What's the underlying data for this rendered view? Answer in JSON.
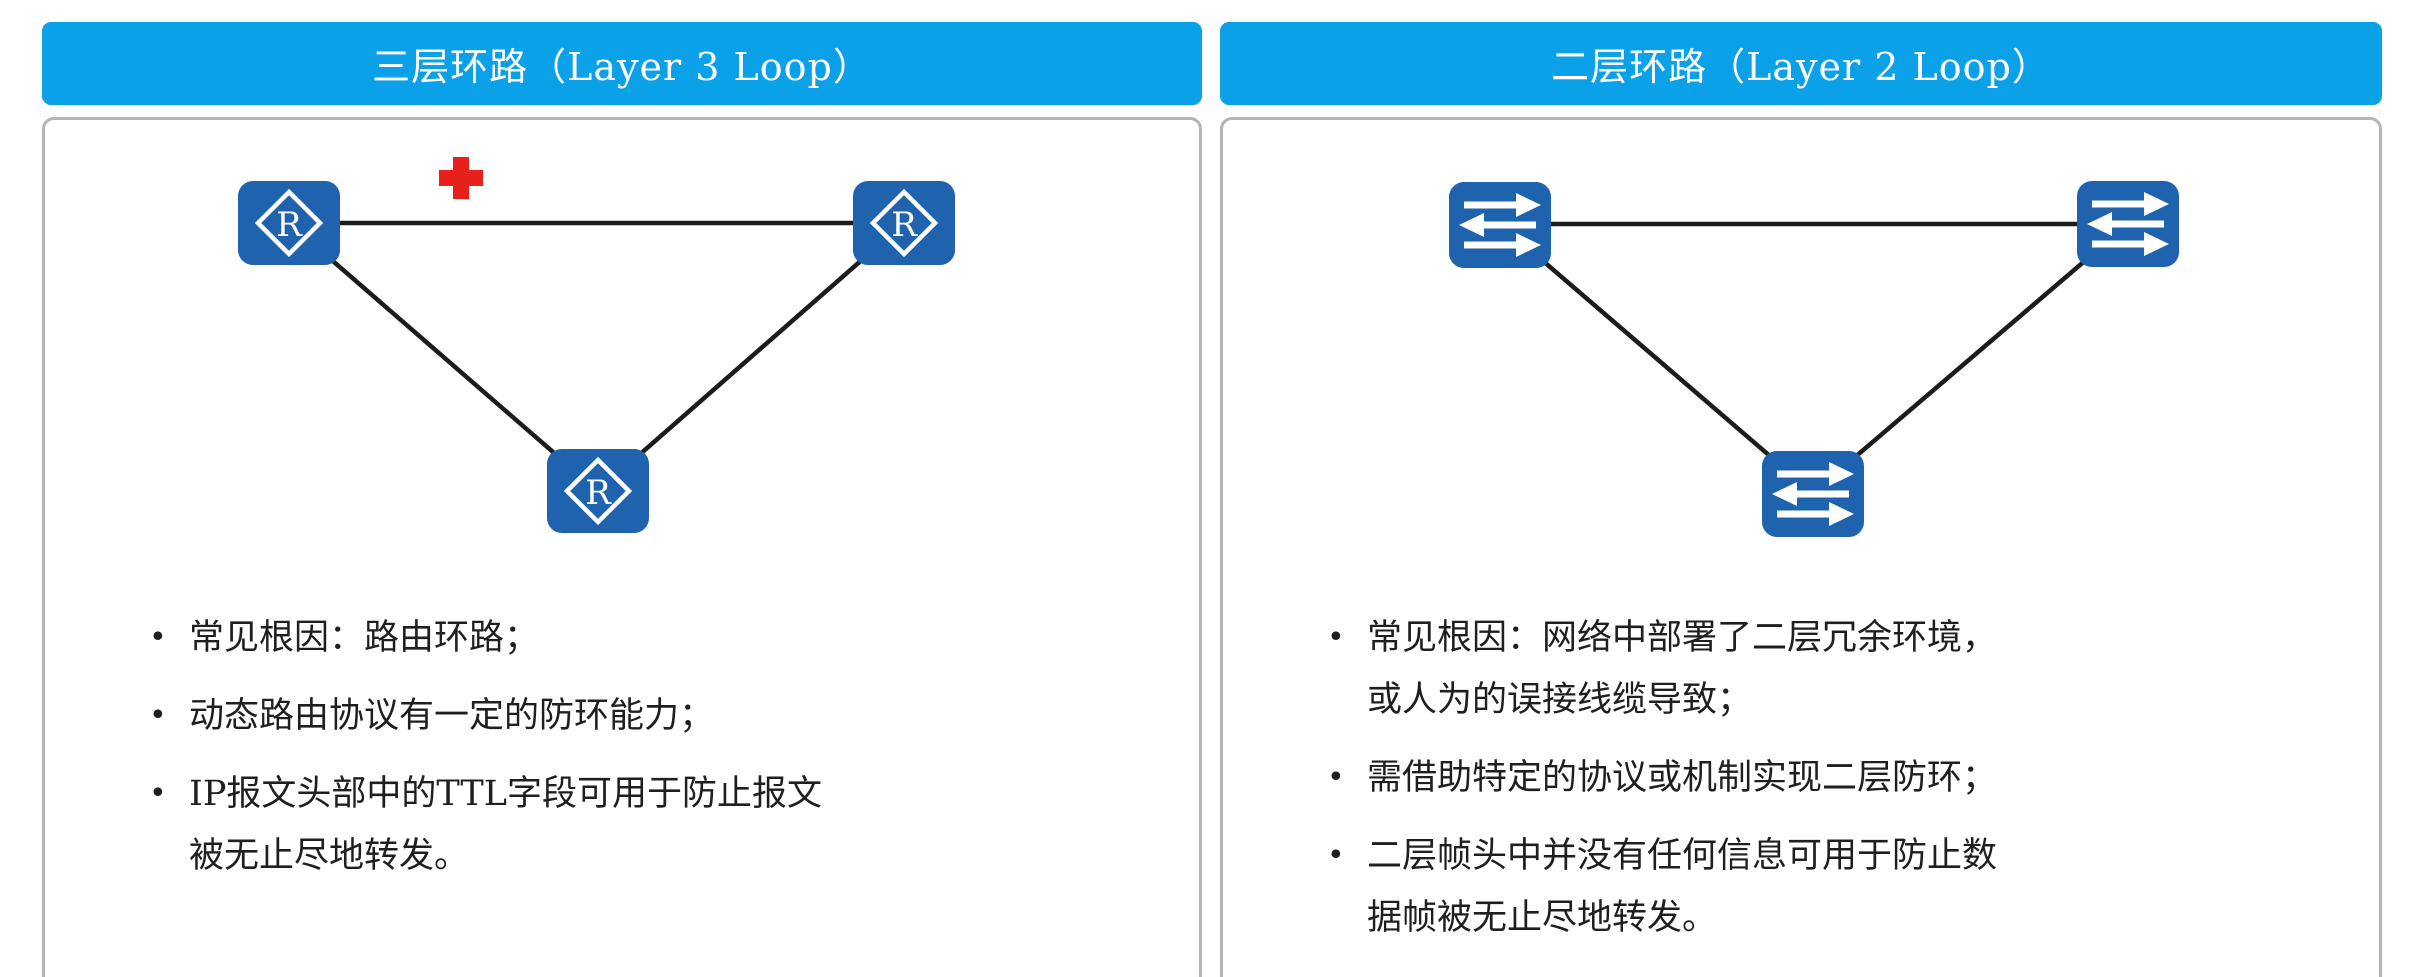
{
  "ui": {
    "bullet_char": "•"
  },
  "colors": {
    "header_bg": "#0ba1e9",
    "node_blue": "#1f63ae",
    "cross_red": "#e8201c",
    "line": "#1c1c1c",
    "panel_border": "#b5b5b5",
    "text": "#1f1f1f",
    "header_text": "#ffffff"
  },
  "icons": {
    "router_label": "R"
  },
  "left_panel": {
    "title": "三层环路（Layer 3 Loop）",
    "bullets": [
      {
        "lines": [
          "常见根因：路由环路；",
          ""
        ]
      },
      {
        "lines": [
          "动态路由协议有一定的防环能力；",
          ""
        ]
      },
      {
        "lines": [
          "IP报文头部中的TTL字段可用于防止报文",
          "被无止尽地转发。"
        ]
      }
    ]
  },
  "right_panel": {
    "title": "二层环路（Layer 2 Loop）",
    "bullets": [
      {
        "lines": [
          "常见根因：网络中部署了二层冗余环境，",
          "或人为的误接线缆导致；"
        ]
      },
      {
        "lines": [
          "需借助特定的协议或机制实现二层防环；",
          ""
        ]
      },
      {
        "lines": [
          "二层帧头中并没有任何信息可用于防止数",
          "据帧被无止尽地转发。"
        ]
      }
    ]
  }
}
